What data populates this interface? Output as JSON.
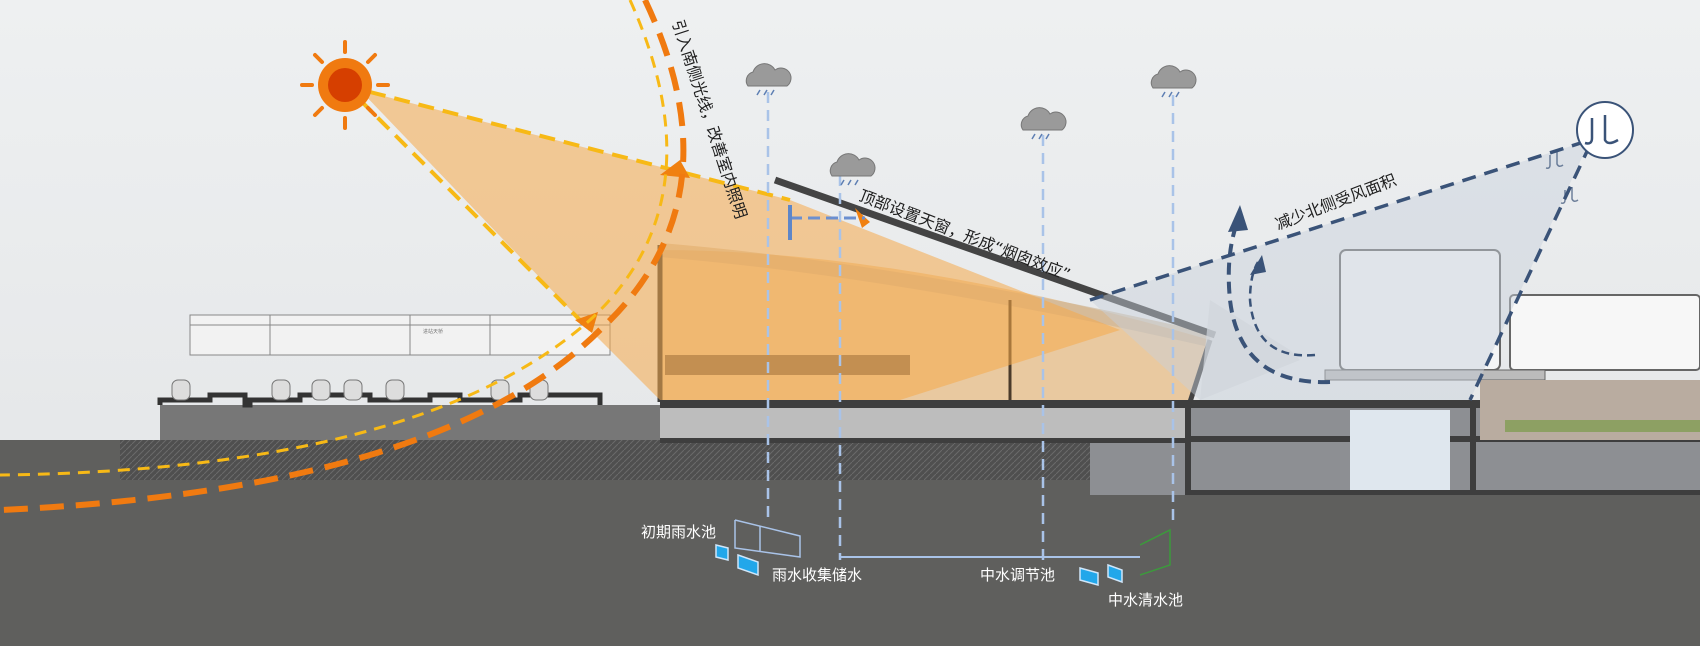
{
  "annotations": {
    "south_light": "引入南侧光线，改善室内照明",
    "skylight": "顶部设置天窗，形成“烟囱效应”",
    "north_wind": "减少北侧受风面积",
    "bridge_sign": "进站天桥"
  },
  "water_system": {
    "initial_rain_pool": "初期雨水池",
    "rain_storage": "雨水收集储水",
    "reclaimed_regulating_pool": "中水调节池",
    "reclaimed_clear_pool": "中水清水池"
  },
  "colors": {
    "sky": "#e9eaeb",
    "ground": "#5f5f5d",
    "sun": "#f07a10",
    "sun_core": "#d63f00",
    "light_cone": "#f5a94a",
    "sun_path_yellow": "#f7b916",
    "sun_path_orange": "#f07a10",
    "rain_line": "#a9c3e8",
    "wind": "#3a5378",
    "pool": "#22a7ea"
  },
  "icons": [
    "sun-icon",
    "rain-cloud-icon",
    "wind-icon"
  ]
}
